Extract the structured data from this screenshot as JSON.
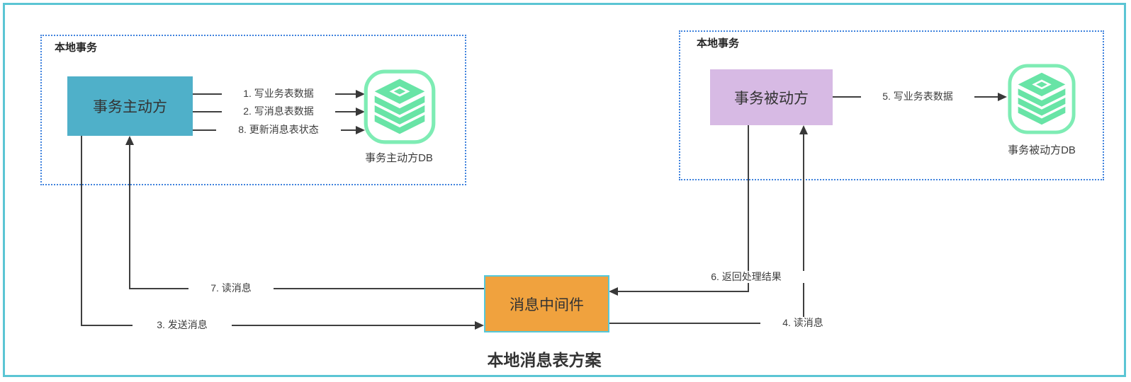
{
  "title": "本地消息表方案",
  "colors": {
    "frame_border": "#5bc5d4",
    "group_border": "#3f82dd",
    "active_node_fill": "#4fb0c9",
    "passive_node_fill": "#d7bae4",
    "middleware_fill": "#f0a23e",
    "middleware_border": "#55c8d9",
    "db_icon_green": "#68e4a6",
    "connector": "#3f3f3f"
  },
  "groups": {
    "left": {
      "label": "本地事务",
      "node_label": "事务主动方",
      "db_label": "事务主动方DB",
      "edges": [
        {
          "label": "1. 写业务表数据"
        },
        {
          "label": "2. 写消息表数据"
        },
        {
          "label": "8. 更新消息表状态"
        }
      ]
    },
    "right": {
      "label": "本地事务",
      "node_label": "事务被动方",
      "db_label": "事务被动方DB",
      "edges": [
        {
          "label": "5. 写业务表数据"
        }
      ]
    }
  },
  "middleware_label": "消息中间件",
  "flows": {
    "send_message": {
      "label": "3. 发送消息"
    },
    "read_message_by_active": {
      "label": "7. 读消息"
    },
    "read_message_by_passive": {
      "label": "4. 读消息"
    },
    "return_result": {
      "label": "6. 返回处理结果"
    }
  }
}
